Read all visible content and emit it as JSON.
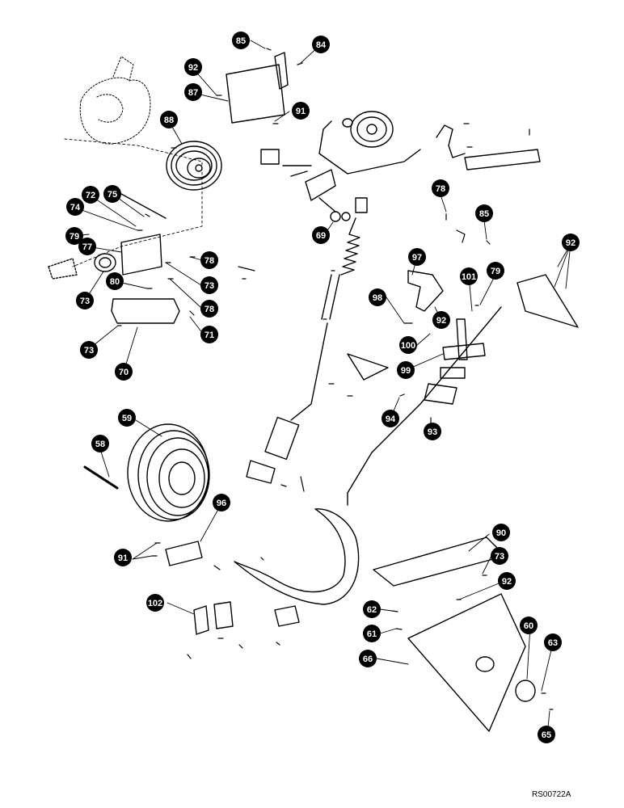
{
  "reference_code": "RS00722A",
  "callouts": [
    "85",
    "84",
    "92",
    "87",
    "91",
    "88",
    "72",
    "75",
    "74",
    "79",
    "77",
    "78",
    "73",
    "80",
    "73",
    "78",
    "71",
    "73",
    "70",
    "69",
    "78",
    "85",
    "97",
    "92",
    "79",
    "101",
    "98",
    "92",
    "100",
    "99",
    "94",
    "93",
    "59",
    "58",
    "96",
    "91",
    "90",
    "73",
    "92",
    "102",
    "62",
    "61",
    "66",
    "60",
    "63",
    "65"
  ]
}
